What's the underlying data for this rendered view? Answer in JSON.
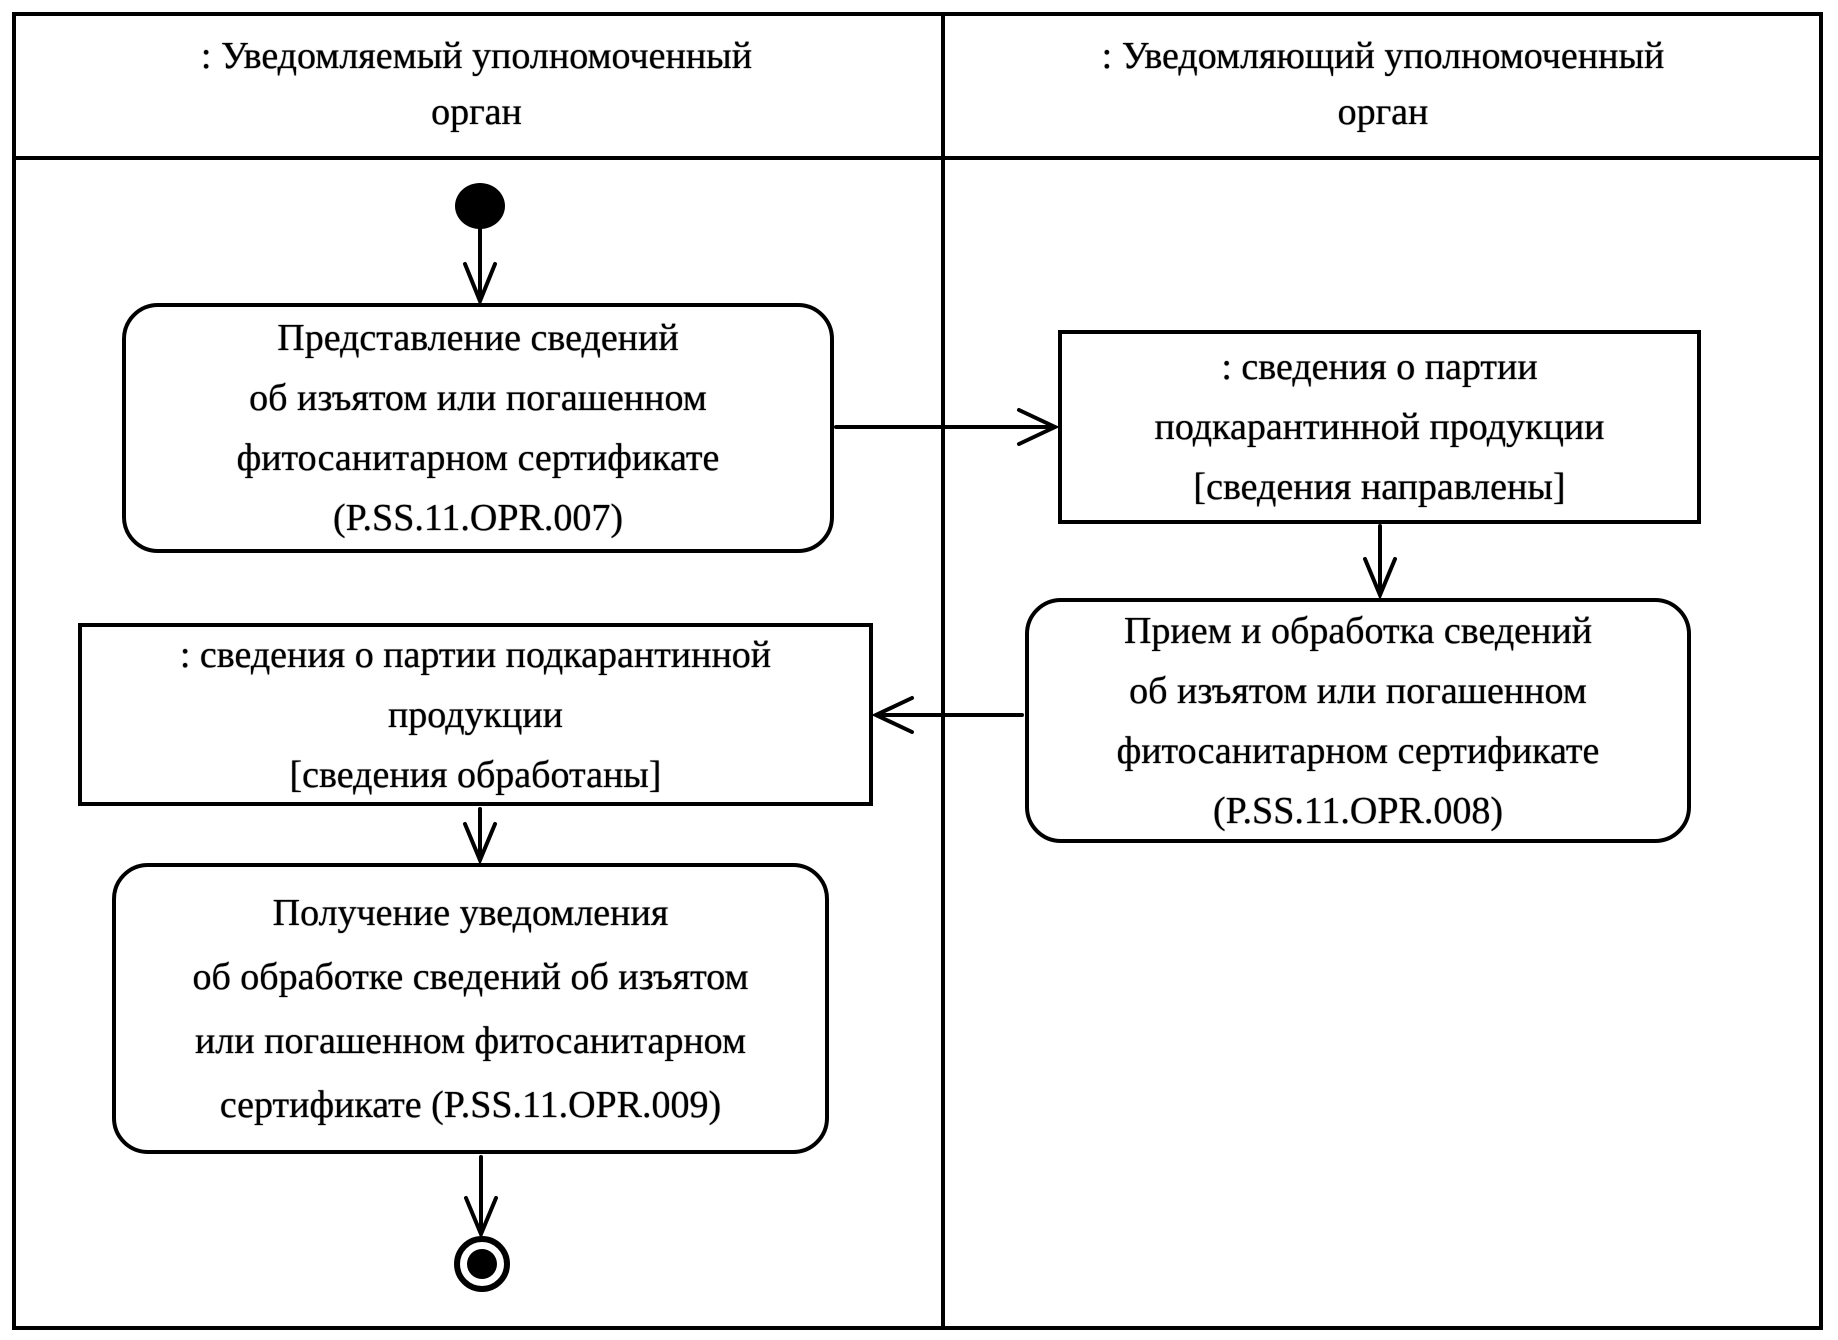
{
  "diagram": {
    "type": "uml-activity-swimlane",
    "background_color": "#ffffff",
    "line_color": "#000000",
    "lanes": [
      {
        "id": "lane-notified",
        "title_lines": [
          ": Уведомляемый уполномоченный",
          "орган"
        ]
      },
      {
        "id": "lane-notifying",
        "title_lines": [
          ": Уведомляющий уполномоченный",
          "орган"
        ]
      }
    ],
    "nodes": [
      {
        "id": "start",
        "type": "initial-state",
        "lane": "lane-notified",
        "label_lines": []
      },
      {
        "id": "opr007",
        "type": "activity",
        "lane": "lane-notified",
        "label_lines": [
          "Представление сведений",
          "об изъятом или погашенном",
          "фитосанитарном сертификате",
          "(P.SS.11.OPR.007)"
        ]
      },
      {
        "id": "obj-sent",
        "type": "object",
        "lane": "lane-notifying",
        "label_lines": [
          ": сведения о партии",
          "подкарантинной продукции",
          "[сведения направлены]"
        ]
      },
      {
        "id": "opr008",
        "type": "activity",
        "lane": "lane-notifying",
        "label_lines": [
          "Прием и обработка сведений",
          "об изъятом или погашенном",
          "фитосанитарном сертификате",
          "(P.SS.11.OPR.008)"
        ]
      },
      {
        "id": "obj-processed",
        "type": "object",
        "lane": "lane-notified",
        "label_lines": [
          ": сведения о партии подкарантинной",
          "продукции",
          "[сведения обработаны]"
        ]
      },
      {
        "id": "opr009",
        "type": "activity",
        "lane": "lane-notified",
        "label_lines": [
          "Получение уведомления",
          "об обработке сведений об изъятом",
          "или погашенном фитосанитарном",
          "сертификате (P.SS.11.OPR.009)"
        ]
      },
      {
        "id": "end",
        "type": "final-state",
        "lane": "lane-notified",
        "label_lines": []
      }
    ],
    "edges": [
      {
        "from": "start",
        "to": "opr007",
        "direction": "down"
      },
      {
        "from": "opr007",
        "to": "obj-sent",
        "direction": "right"
      },
      {
        "from": "obj-sent",
        "to": "opr008",
        "direction": "down"
      },
      {
        "from": "opr008",
        "to": "obj-processed",
        "direction": "left"
      },
      {
        "from": "obj-processed",
        "to": "opr009",
        "direction": "down"
      },
      {
        "from": "opr009",
        "to": "end",
        "direction": "down"
      }
    ]
  }
}
